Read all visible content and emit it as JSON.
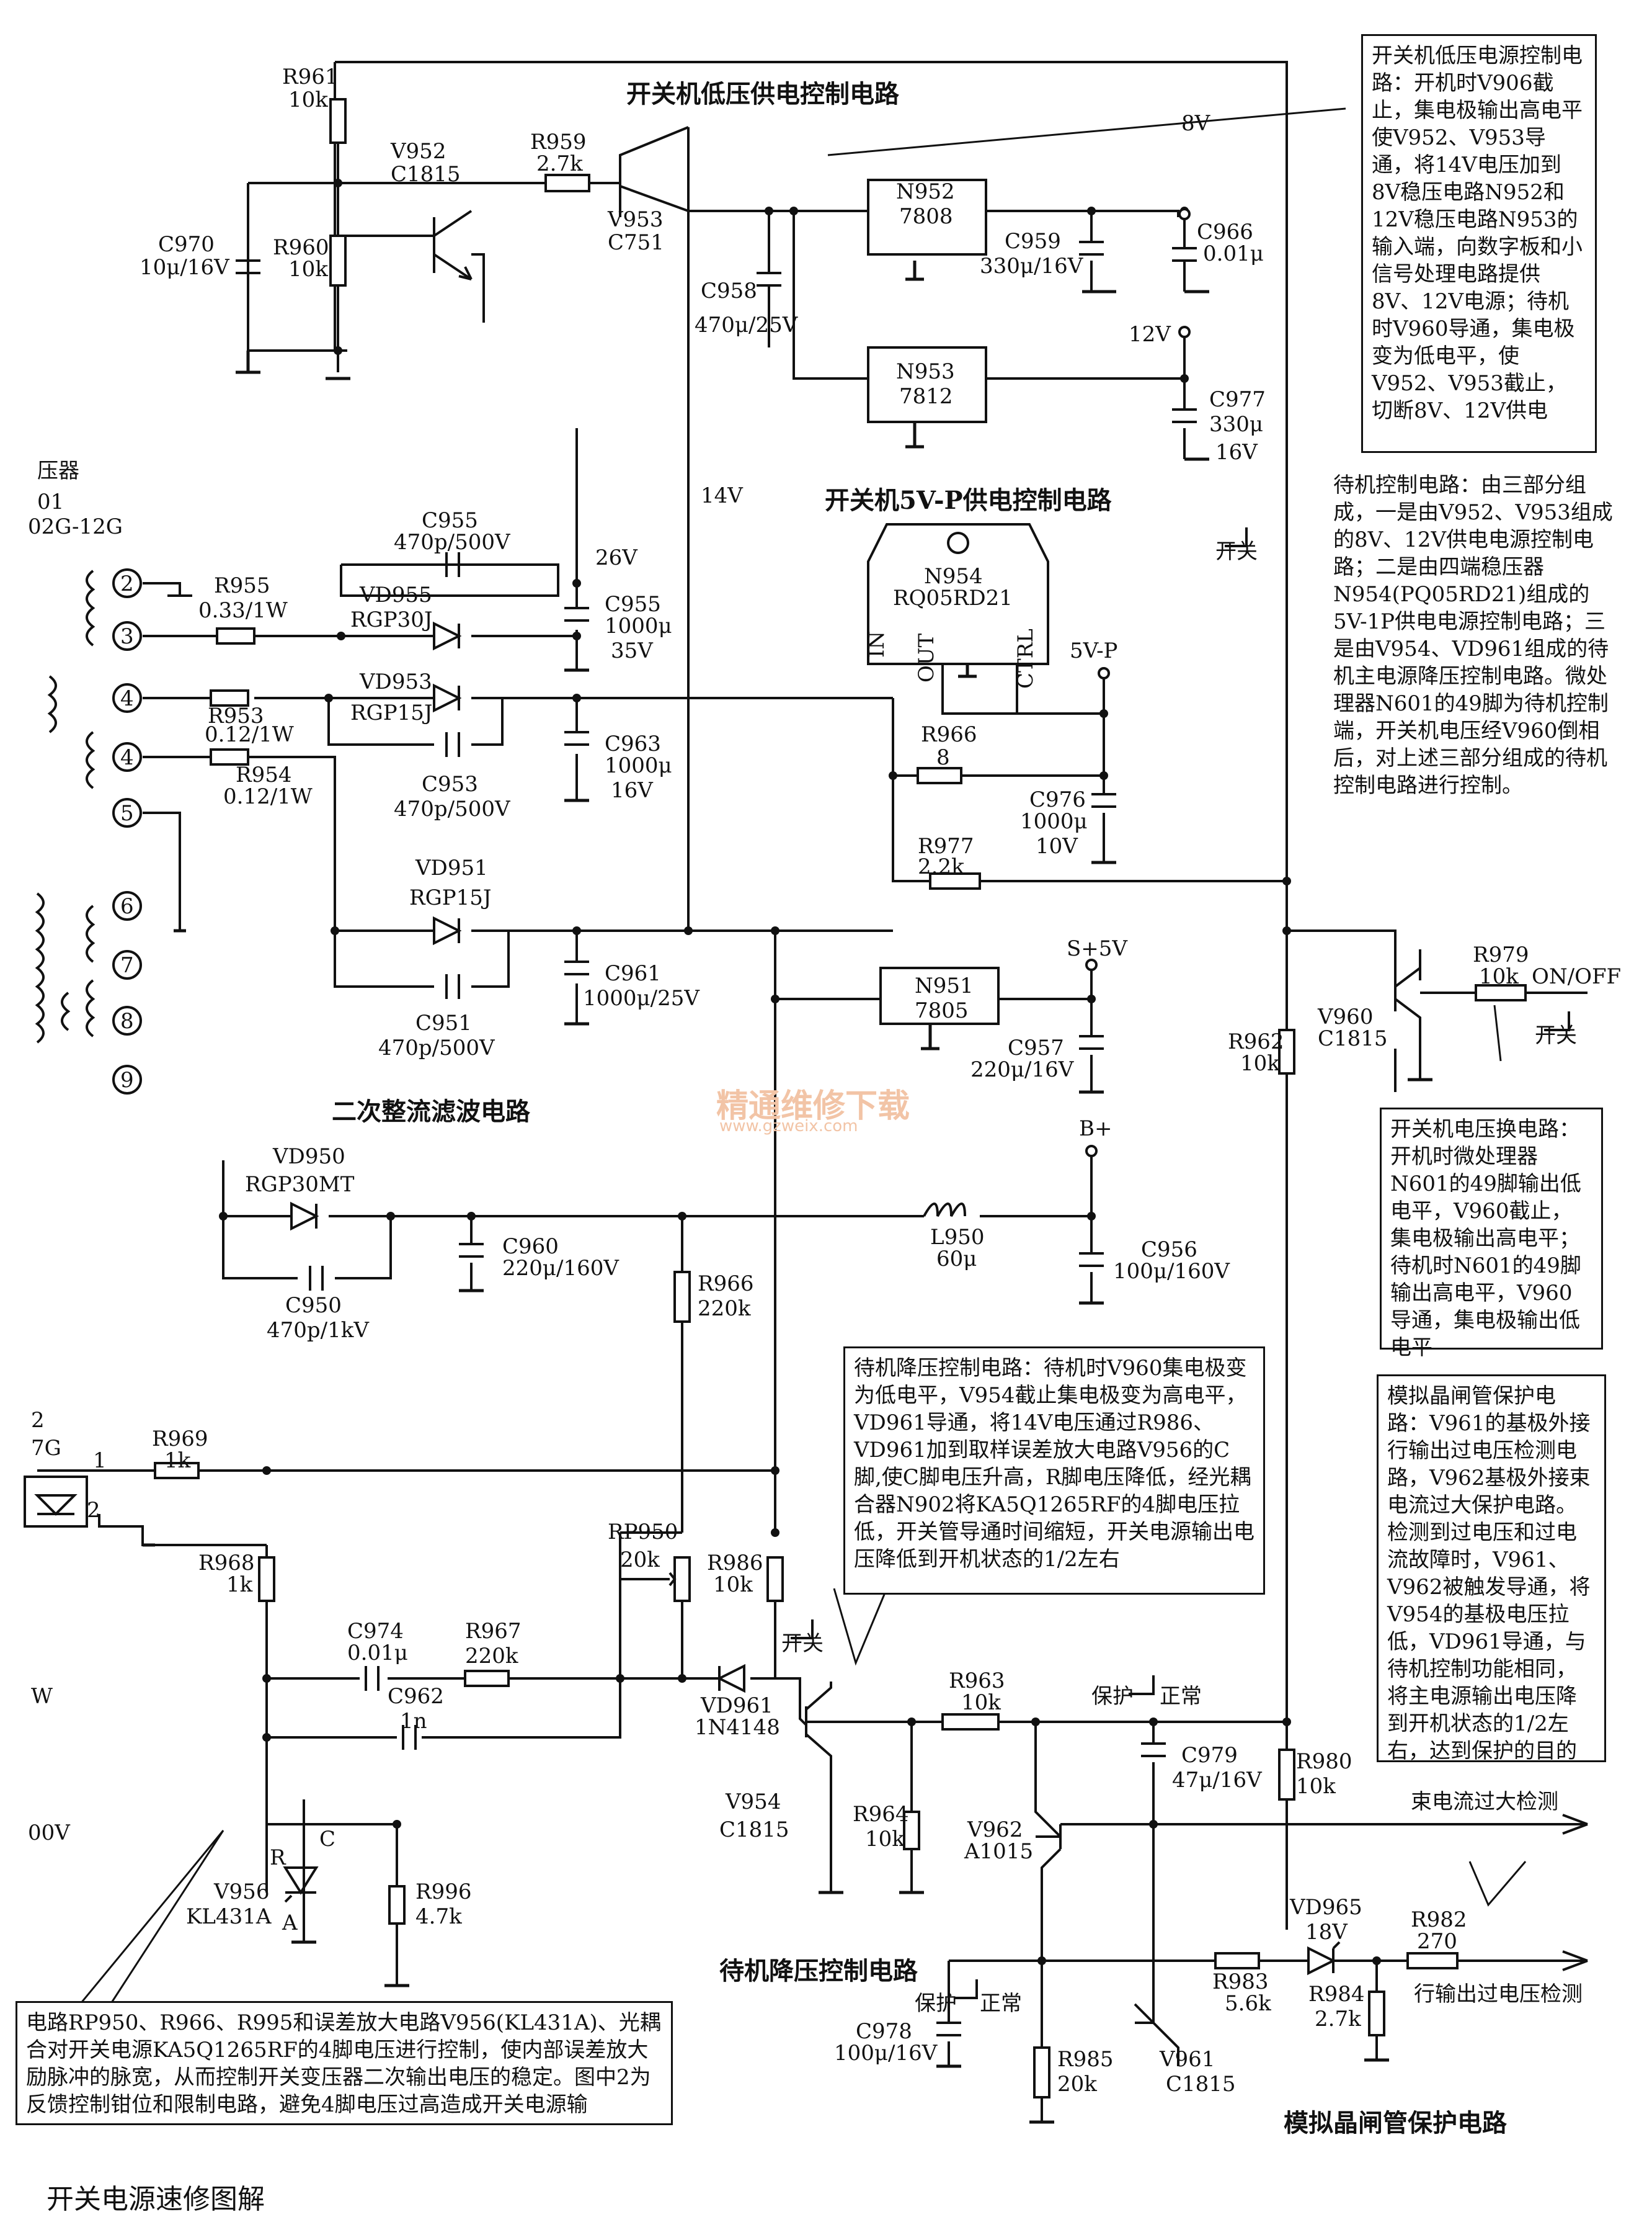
{
  "titles": {
    "low_voltage": "开关机低压供电控制电路",
    "p5v": "开关机5V-P供电控制电路",
    "rectifier": "二次整流滤波电路",
    "standby_reduce": "待机降压控制电路",
    "scr_protect": "模拟晶闸管保护电路"
  },
  "notes": {
    "low_voltage": "开关机低压电源控制电路：开机时V906截止，集电极输出高电平使V952、V953导通，将14V电压加到8V稳压电路N952和12V稳压电路N953的输入端，向数字板和小信号处理电路提供8V、12V电源；待机时V960导通，集电极变为低电平，使V952、V953截止，切断8V、12V供电",
    "standby": "待机控制电路：由三部分组成，一是由V952、V953组成的8V、12V供电电源控制电路；二是由四端稳压器N954(PQ05RD21)组成的5V-1P供电电源控制电路；三是由V954、VD961组成的待机主电源降压控制电路。微处理器N601的49脚为待机控制端，开关机电压经V960倒相后，对上述三部分组成的待机控制电路进行控制。",
    "switch_voltage": "开关机电压换电路：开机时微处理器N601的49脚输出低电平，V960截止，集电极输出高电平；待机时N601的49脚输出高电平，V960导通，集电极输出低电平",
    "scr": "模拟晶闸管保护电路：V961的基极外接行输出过电压检测电路，V962基极外接束电流过大保护电路。检测到过电压和过电流故障时，V961、V962被触发导通，将V954的基极电压拉低，VD961导通，与待机控制功能相同，将主电源输出电压降到开机状态的1/2左右，达到保护的目的",
    "standby_reduce": "待机降压控制电路：待机时V960集电极变为低电平，V954截止集电极变为高电平，VD961导通，将14V电压通过R986、VD961加到取样误差放大电路V956的C脚,使C脚电压升高，R脚电压降低，经光耦合器N902将KA5Q1265RF的4脚电压拉低，开关管导通时间缩短，开关电源输出电压降低到开机状态的1/2左右",
    "bottom_left": "电路RP950、R966、R995和误差放大电路V956(KL431A)、光耦合对开关电源KA5Q1265RF的4脚电压进行控制，使内部误差放大励脉冲的脉宽，从而控制开关变压器二次输出电压的稳定。图中2为反馈控制钳位和限制电路，避免4脚电压过高造成开关电源输"
  },
  "footer": "开关电源速修图解",
  "watermark": {
    "cn": "精通维修下载",
    "url": "www.gzweix.com"
  },
  "transformer": {
    "t1": "压器",
    "t2": "01",
    "t3": "02G-12G"
  },
  "left_edge": {
    "a": "2",
    "b": "7G",
    "c": "W",
    "d": "00V"
  },
  "pins": [
    "2",
    "3",
    "4",
    "4",
    "5",
    "6",
    "7",
    "8",
    "9"
  ],
  "opto_pins": [
    "1",
    "2"
  ],
  "components": {
    "R961": "R961",
    "R961v": "10k",
    "R960": "R960",
    "R960v": "10k",
    "C970": "C970",
    "C970v": "10μ/16V",
    "V952": "V952",
    "V952t": "C1815",
    "R959": "R959",
    "R959v": "2.7k",
    "V953": "V953",
    "V953t": "C751",
    "C958": "C958",
    "C958v": "470μ/25V",
    "N952": "N952",
    "N952t": "7808",
    "C959": "C959",
    "C959v": "330μ/16V",
    "C966": "C966",
    "C966v": "0.01μ",
    "N953": "N953",
    "N953t": "7812",
    "C977": "C977",
    "C977v1": "330μ",
    "C977v2": "16V",
    "C955a": "C955",
    "C955av": "470p/500V",
    "R955": "R955",
    "R955v": "0.33/1W",
    "VD955": "VD955",
    "VD955t": "RGP30J",
    "C955b": "C955",
    "C955bv1": "1000μ",
    "C955bv2": "35V",
    "VD953": "VD953",
    "VD953t": "RGP15J",
    "R953": "R953",
    "R953v": "0.12/1W",
    "R954": "R954",
    "R954v": "0.12/1W",
    "C953": "C953",
    "C953v": "470p/500V",
    "C963": "C963",
    "C963v1": "1000μ",
    "C963v2": "16V",
    "N954": "N954",
    "N954t": "RQ05RD21",
    "R966a": "R966",
    "R966av": "8",
    "C976": "C976",
    "C976v1": "1000μ",
    "C976v2": "10V",
    "R977": "R977",
    "R977v": "2.2k",
    "VD951": "VD951",
    "VD951t": "RGP15J",
    "C951": "C951",
    "C951v": "470p/500V",
    "C961": "C961",
    "C961v": "1000μ/25V",
    "N951": "N951",
    "N951t": "7805",
    "C957": "C957",
    "C957v": "220μ/16V",
    "VD950": "VD950",
    "VD950t": "RGP30MT",
    "C950": "C950",
    "C950v": "470p/1kV",
    "C960": "C960",
    "C960v": "220μ/160V",
    "L950": "L950",
    "L950v": "60μ",
    "C956": "C956",
    "C956v": "100μ/160V",
    "R966b": "R966",
    "R966bv": "220k",
    "R962": "R962",
    "R962v": "10k",
    "V960": "V960",
    "V960t": "C1815",
    "R979": "R979",
    "R979v": "10k",
    "R969": "R969",
    "R969v": "1k",
    "R968": "R968",
    "R968v": "1k",
    "C974": "C974",
    "C974v": "0.01μ",
    "R967": "R967",
    "R967v": "220k",
    "RP950": "RP950",
    "RP950v": "20k",
    "R986": "R986",
    "R986v": "10k",
    "C962": "C962",
    "C962v": "1n",
    "V956": "V956",
    "V956t": "KL431A",
    "R996": "R996",
    "R996v": "4.7k",
    "VD961": "VD961",
    "VD961t": "1N4148",
    "R963": "R963",
    "R963v": "10k",
    "V954": "V954",
    "V954t": "C1815",
    "R964": "R964",
    "R964v": "10k",
    "V962": "V962",
    "V962t": "A1015",
    "C979": "C979",
    "C979v": "47μ/16V",
    "R980": "R980",
    "R980v": "10k",
    "C978": "C978",
    "C978v": "100μ/16V",
    "R985": "R985",
    "R985v": "20k",
    "V961": "V961",
    "V961t": "C1815",
    "R983": "R983",
    "R983v": "5.6k",
    "VD965": "VD965",
    "VD965v": "18V",
    "R984": "R984",
    "R984v": "2.7k",
    "R982": "R982",
    "R982v": "270"
  },
  "nodes": {
    "v8": "8V",
    "v12": "12V",
    "v14": "14V",
    "v26": "26V",
    "v5p": "5V-P",
    "s5v": "S+5V",
    "bplus": "B+",
    "onoff": "ON/OFF",
    "kaiguan": "开关",
    "baohu": "保护",
    "zhengchang": "正常",
    "beam": "束电流过大检测",
    "hout": "行输出过电压检测",
    "pin_in": "IN",
    "pin_out": "OUT",
    "pin_ctrl": "CTRL",
    "pin_r": "R",
    "pin_c": "C",
    "pin_a": "A"
  }
}
